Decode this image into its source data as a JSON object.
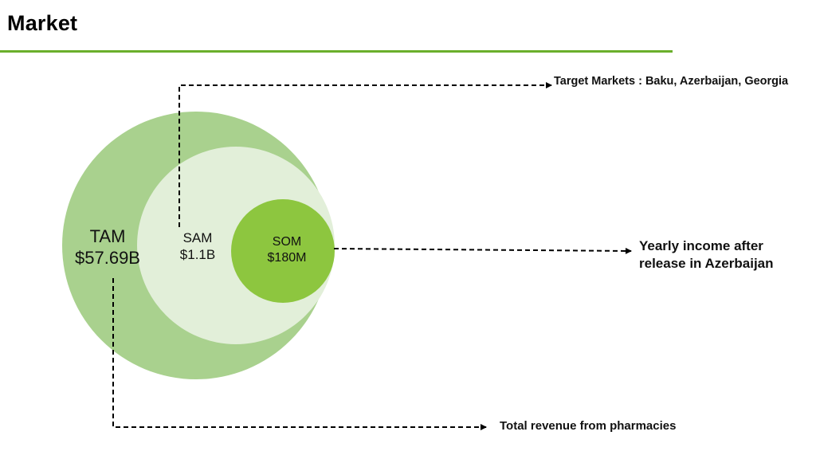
{
  "header": {
    "title": "Market"
  },
  "colors": {
    "accent_rule": "#6aaf2b",
    "tam_fill": "#a9d18e",
    "sam_fill": "#e2efd9",
    "som_fill": "#8dc63f",
    "connector": "#000000"
  },
  "diagram": {
    "tam": {
      "name": "TAM",
      "value": "$57.69B"
    },
    "sam": {
      "name": "SAM",
      "value": "$1.1B"
    },
    "som": {
      "name": "SOM",
      "value": "$180M"
    }
  },
  "annotations": {
    "target_markets": "Target Markets : Baku, Azerbaijan, Georgia",
    "yearly_income": "Yearly income after release in Azerbaijan",
    "total_revenue": "Total revenue from pharmacies"
  }
}
